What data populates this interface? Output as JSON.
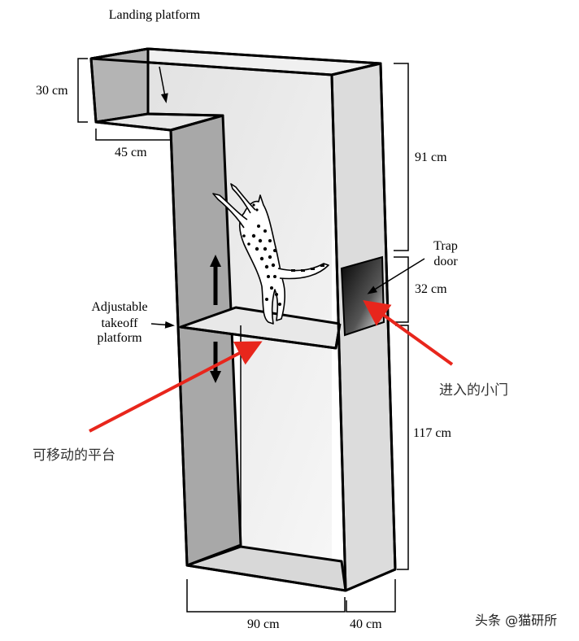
{
  "labels": {
    "landing_platform": "Landing platform",
    "adjustable_1": "Adjustable",
    "adjustable_2": "takeoff",
    "adjustable_3": "platform",
    "trap_1": "Trap",
    "trap_2": "door"
  },
  "dimensions": {
    "left_height": "30 cm",
    "top_width": "45 cm",
    "upper_height": "91 cm",
    "door_height": "32 cm",
    "lower_height": "117 cm",
    "base_width": "90 cm",
    "base_depth": "40 cm"
  },
  "annotations": {
    "trap_door_cn": "进入的小门",
    "movable_platform_cn": "可移动的平台"
  },
  "watermark": "头条 @猫研所",
  "colors": {
    "annotation_arrow": "#e8261c",
    "panel_dark": "#a9a9a9",
    "panel_light": "#e4e4e4"
  }
}
